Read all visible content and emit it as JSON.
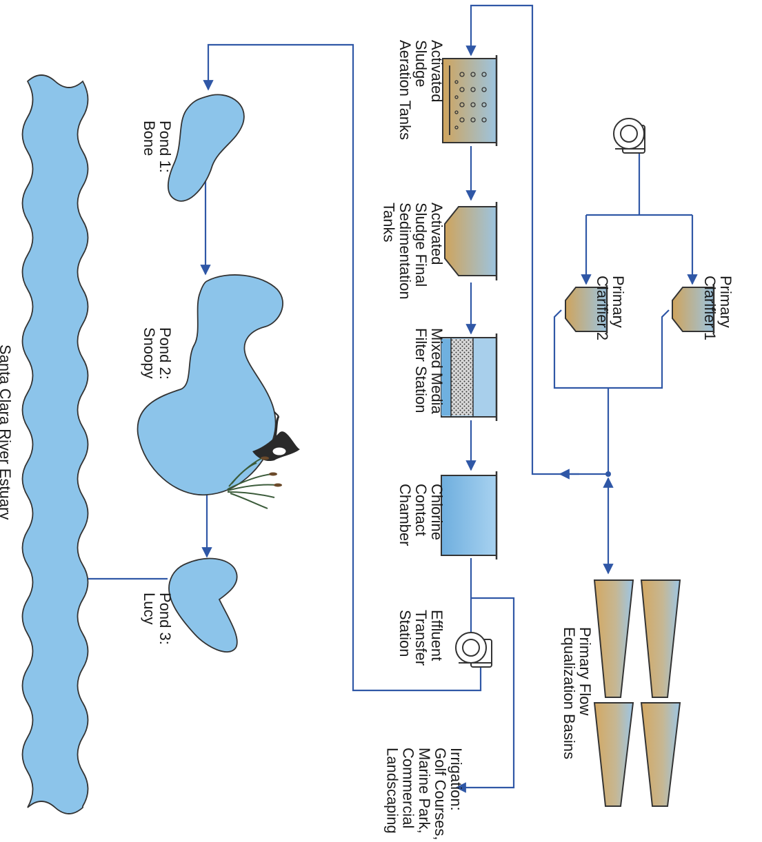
{
  "labels": {
    "primary_clarifier_1": [
      "Primary",
      "Clarifier 1"
    ],
    "primary_clarifier_2": [
      "Primary",
      "Clarifier 2"
    ],
    "equalization_basins": [
      "Primary Flow",
      "Equalization Basins"
    ],
    "aeration_tanks": [
      "Activated",
      "Sludge",
      "Aeration Tanks"
    ],
    "sedimentation_tanks": [
      "Activated",
      "Sludge Final",
      "Sedimentation",
      "Tanks"
    ],
    "filter_station": [
      "Mixed Media",
      "Filter Station"
    ],
    "chlorine_chamber": [
      "Chlorine",
      "Contact",
      "Chamber"
    ],
    "effluent_station": [
      "Effluent",
      "Transfer",
      "Station"
    ],
    "irrigation": [
      "Irrigation:",
      "Golf Courses,",
      "Marine Park,",
      "Commercial",
      "Landscaping"
    ],
    "pond_1": [
      "Pond 1:",
      "Bone"
    ],
    "pond_2": [
      "Pond 2:",
      "Snoopy"
    ],
    "pond_3": [
      "Pond 3:",
      "Lucy"
    ],
    "river": [
      "Santa Clara River Estuary"
    ]
  },
  "colors": {
    "flow_line": "#2f57a6",
    "water": "#8cc4ea",
    "water_dark": "#2d6fa8",
    "sludge": "#c9a05a",
    "tank_outline": "#333333"
  }
}
